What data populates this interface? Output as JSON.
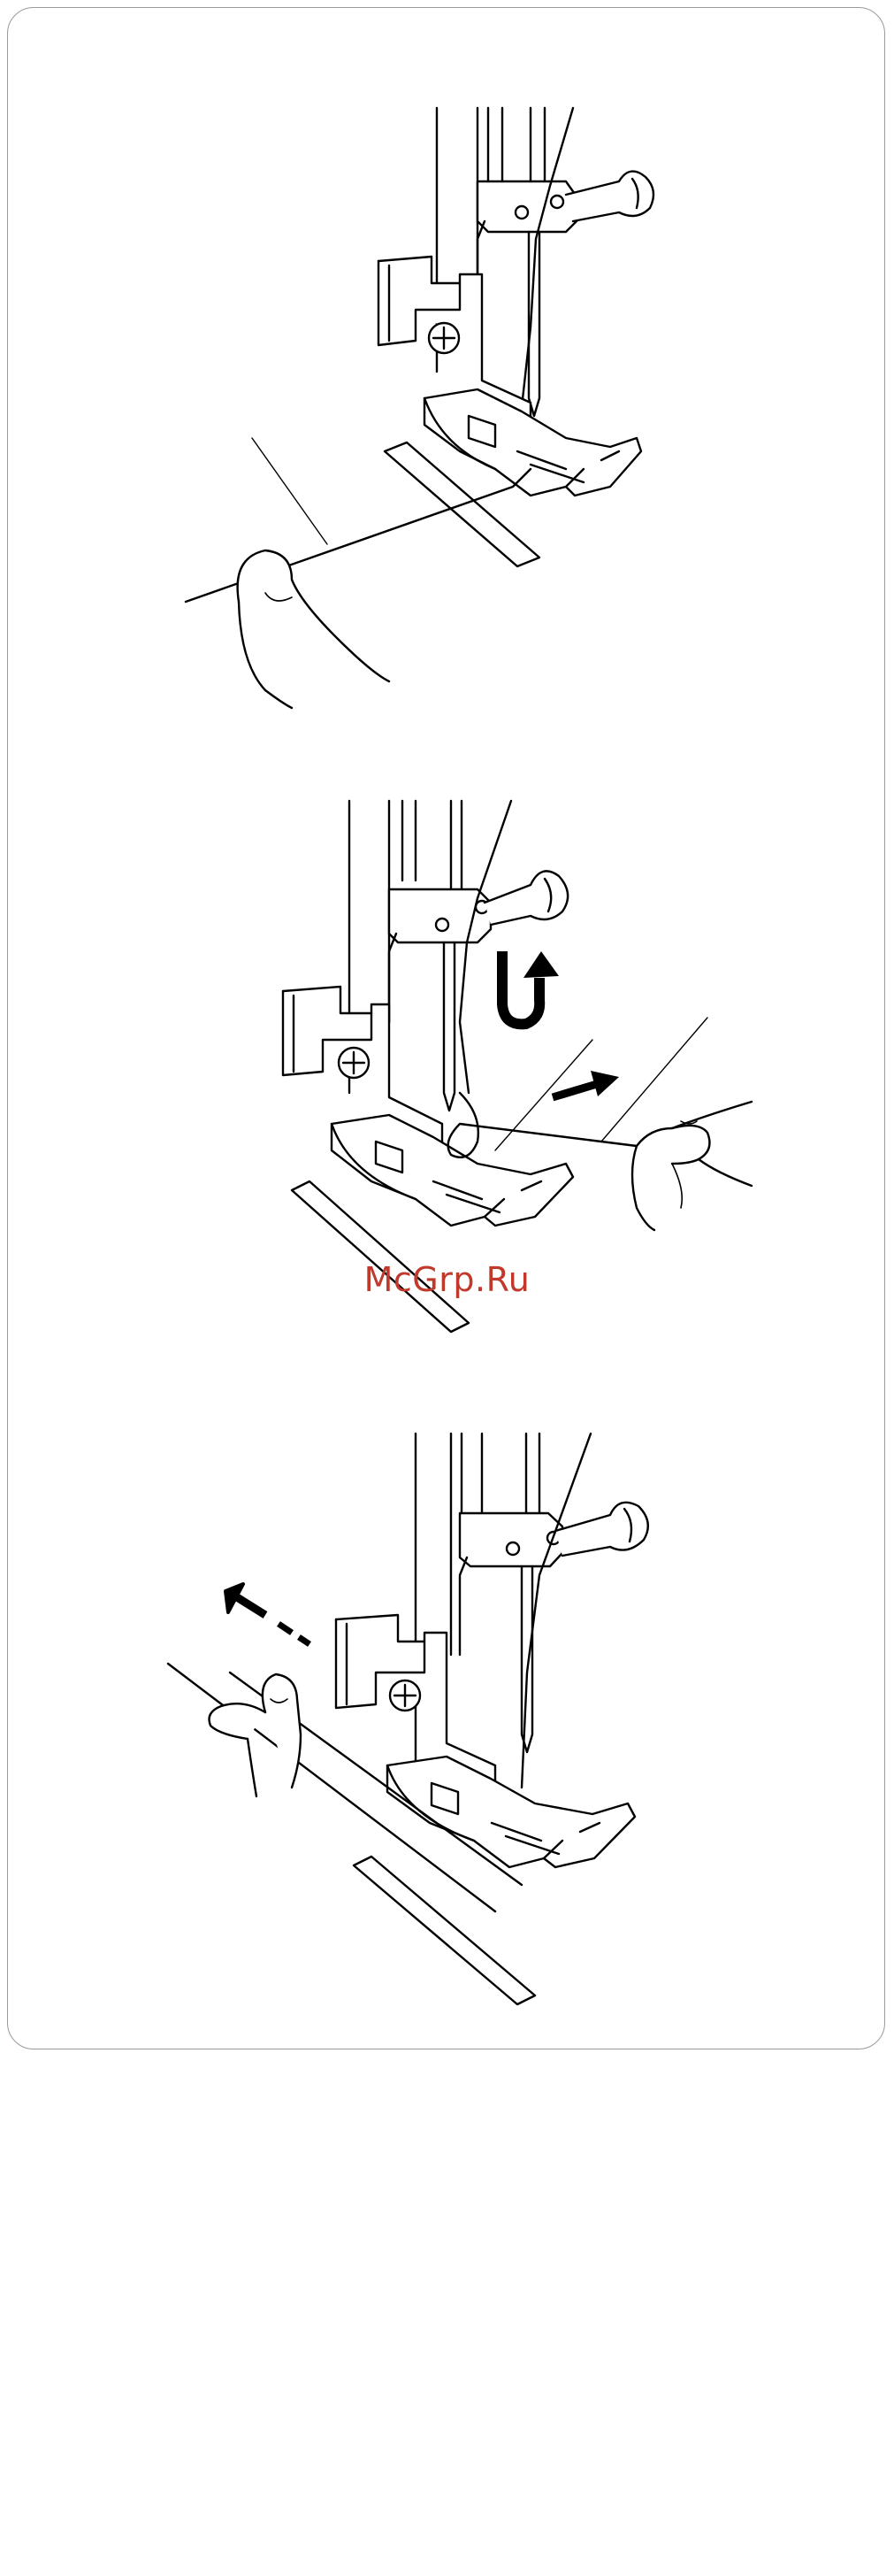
{
  "page": {
    "background": "#ffffff",
    "panel_border": "#9a9a9a",
    "line_color": "#000000"
  },
  "figures": [
    {
      "id": "step-1",
      "icon": "presser-foot-pull-thread-illustration"
    },
    {
      "id": "step-2",
      "icon": "presser-foot-thread-loop-illustration"
    },
    {
      "id": "step-3",
      "icon": "presser-foot-sew-backward-illustration"
    }
  ],
  "watermark": {
    "text": "McGrp.Ru",
    "color": "#c0392b"
  }
}
